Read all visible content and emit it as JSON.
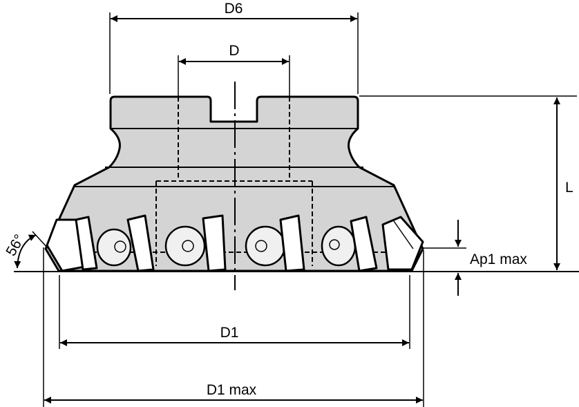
{
  "drawing": {
    "subject": "face milling cutter side view",
    "colors": {
      "body_fill": "#d4d4d4",
      "line": "#000000",
      "background": "#ffffff"
    },
    "dimensions": {
      "d6": {
        "label": "D6"
      },
      "d": {
        "label": "D"
      },
      "l": {
        "label": "L"
      },
      "ap1max": {
        "label": "Ap1 max"
      },
      "d1": {
        "label": "D1"
      },
      "d1max": {
        "label": "D1 max"
      },
      "angle": {
        "label": "56°"
      }
    }
  }
}
